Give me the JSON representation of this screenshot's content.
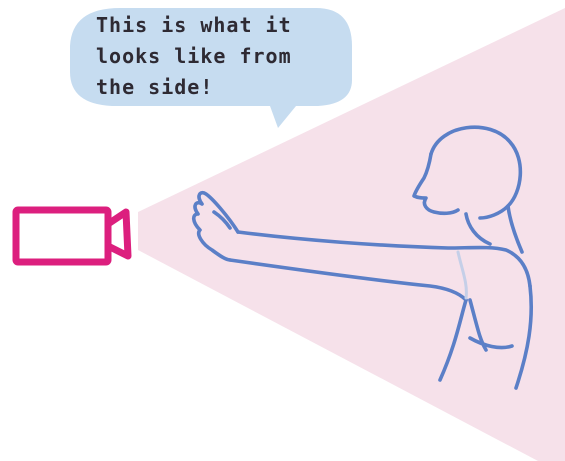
{
  "speech_bubble": {
    "lines": [
      "This is what it",
      "looks like from",
      "the side!"
    ]
  },
  "colors": {
    "bubble_fill": "#c6dcf0",
    "light_cone": "#f6e1ea",
    "camera_stroke": "#dc1f7e",
    "figure_stroke": "#5b7fc7",
    "text": "#2e2a33"
  },
  "icons": {
    "camera": "video-camera-icon",
    "figure": "person-figure-illustration"
  }
}
